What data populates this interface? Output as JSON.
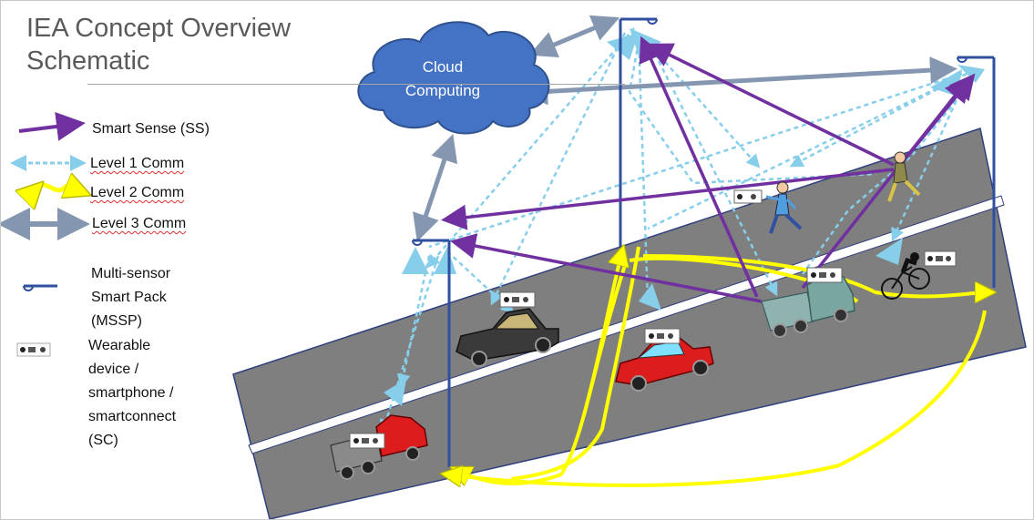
{
  "title": "IEA Concept Overview\nSchematic",
  "cloud": {
    "label": "Cloud\nComputing"
  },
  "legend": {
    "smart_sense": "Smart Sense (SS)",
    "level1": "Level 1 Comm",
    "level2": "Level 2 Comm",
    "level3": "Level 3 Comm",
    "mssp": "Multi-sensor\nSmart Pack\n(MSSP)",
    "sc": "Wearable\ndevice /\nsmartphone /\nsmartconnect\n(SC)"
  },
  "colors": {
    "smart_sense": "#7030a0",
    "level1": "#87ceeb",
    "level2": "#ffff00",
    "level3": "#8496b0",
    "cloud": "#4472c4",
    "road": "#7f7f7f",
    "pole": "#2f4f9f"
  },
  "icons": [
    "cloud-icon",
    "street-pole-icon",
    "car-icon",
    "truck-icon",
    "pedestrian-icon",
    "cyclist-icon",
    "wearable-icon"
  ]
}
